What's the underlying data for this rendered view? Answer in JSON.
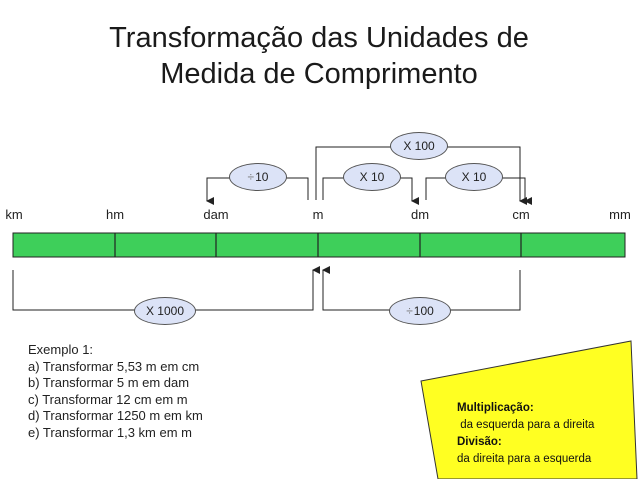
{
  "title": {
    "line1": "Transformação das Unidades de",
    "line2": "Medida de Comprimento"
  },
  "units": [
    "km",
    "hm",
    "dam",
    "m",
    "dm",
    "cm",
    "mm"
  ],
  "operations": {
    "top_div_10": "10",
    "top_x10_a": "X 10",
    "top_x100": "X 100",
    "top_x10_b": "X 10",
    "bottom_x1000": "X 1000",
    "bottom_div_100": "100",
    "division_symbol": "÷"
  },
  "examples": {
    "heading": "Exemplo 1:",
    "items": [
      "a) Transformar 5,53 m em cm",
      "b) Transformar 5 m em dam",
      "c) Transformar 12 cm em m",
      "d) Transformar 1250 m em km",
      "e) Transformar 1,3 km em m"
    ]
  },
  "note": {
    "mult_label": "Multiplicação:",
    "mult_text": " da esquerda para a direita",
    "div_label": "Divisão:",
    "div_text": "da direita para a esquerda"
  },
  "colors": {
    "bar": "#3ecf5a",
    "bubble": "#dce3f7",
    "note": "#ffff22"
  }
}
